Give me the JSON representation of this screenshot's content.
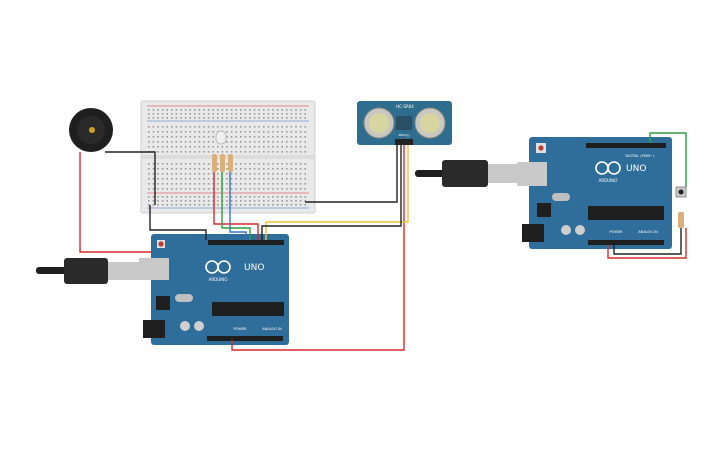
{
  "arduino_left": {
    "brand": "ARDUINO",
    "model": "UNO",
    "power_label": "POWER",
    "analog_label": "ANALOG IN"
  },
  "arduino_right": {
    "brand": "ARDUINO",
    "model": "UNO",
    "power_label": "POWER",
    "analog_label": "ANALOG IN",
    "digital_label": "DIGITAL (PWM~)"
  },
  "sensor": {
    "brand": "HC-SR04",
    "model": "ultrasonic",
    "sub_label": "PING)))"
  },
  "colors": {
    "board": "#2f6e9a",
    "board_dark": "#24597e",
    "wire_red": "#d62a2a",
    "wire_black": "#222222",
    "wire_green": "#2e9e3f",
    "wire_yellow": "#e8c53a",
    "wire_blue": "#3a6fd0",
    "breadboard": "#e9e9e9",
    "sensor_board": "#2e6d8e"
  }
}
